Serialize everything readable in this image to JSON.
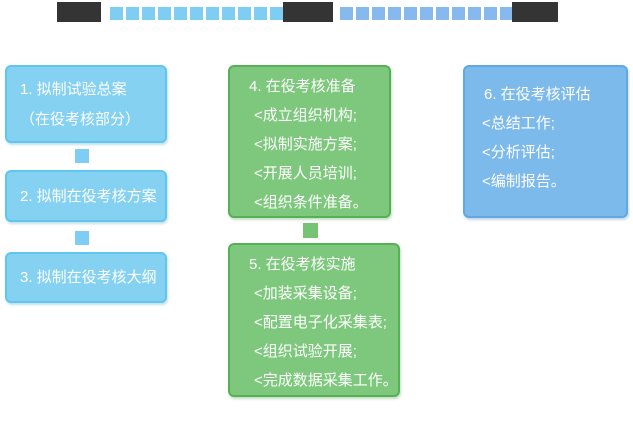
{
  "top_bar": {
    "dark_segment_count": 3,
    "dash_groups": [
      {
        "name": "left-dash-run",
        "color": "#7fcdf2",
        "count": 11
      },
      {
        "name": "right-dash-run",
        "color": "#87baec",
        "count": 11
      }
    ]
  },
  "flow": {
    "box1": {
      "line1": "1. 拟制试验总案",
      "line2": "（在役考核部分）"
    },
    "box2": {
      "line1": "2. 拟制在役考核方案"
    },
    "box3": {
      "line1": "3. 拟制在役考核大纲"
    },
    "box4": {
      "title": "4. 在役考核准备",
      "items": [
        "<成立组织机构;",
        "<拟制实施方案;",
        "<开展人员培训;",
        "<组织条件准备。"
      ]
    },
    "box5": {
      "title": "5. 在役考核实施",
      "items": [
        "<加装采集设备;",
        "<配置电子化采集表;",
        "<组织试验开展;",
        "<完成数据采集工作。"
      ]
    },
    "box6": {
      "title": "6. 在役考核评估",
      "items": [
        "<总结工作;",
        "<分析评估;",
        "<编制报告。"
      ]
    }
  },
  "colors": {
    "dark_segment": "#343434",
    "dash_blue_1": "#7fcdf2",
    "dash_blue_2": "#87baec",
    "light_blue_fill": "#84d1f2",
    "light_blue_border": "#5ec6f0",
    "blue_fill": "#7cbaeb",
    "blue_border": "#60a9e2",
    "green_fill": "#7dc87d",
    "green_border": "#56b156",
    "green_connector": "#74c474",
    "text": "#ffffff"
  }
}
